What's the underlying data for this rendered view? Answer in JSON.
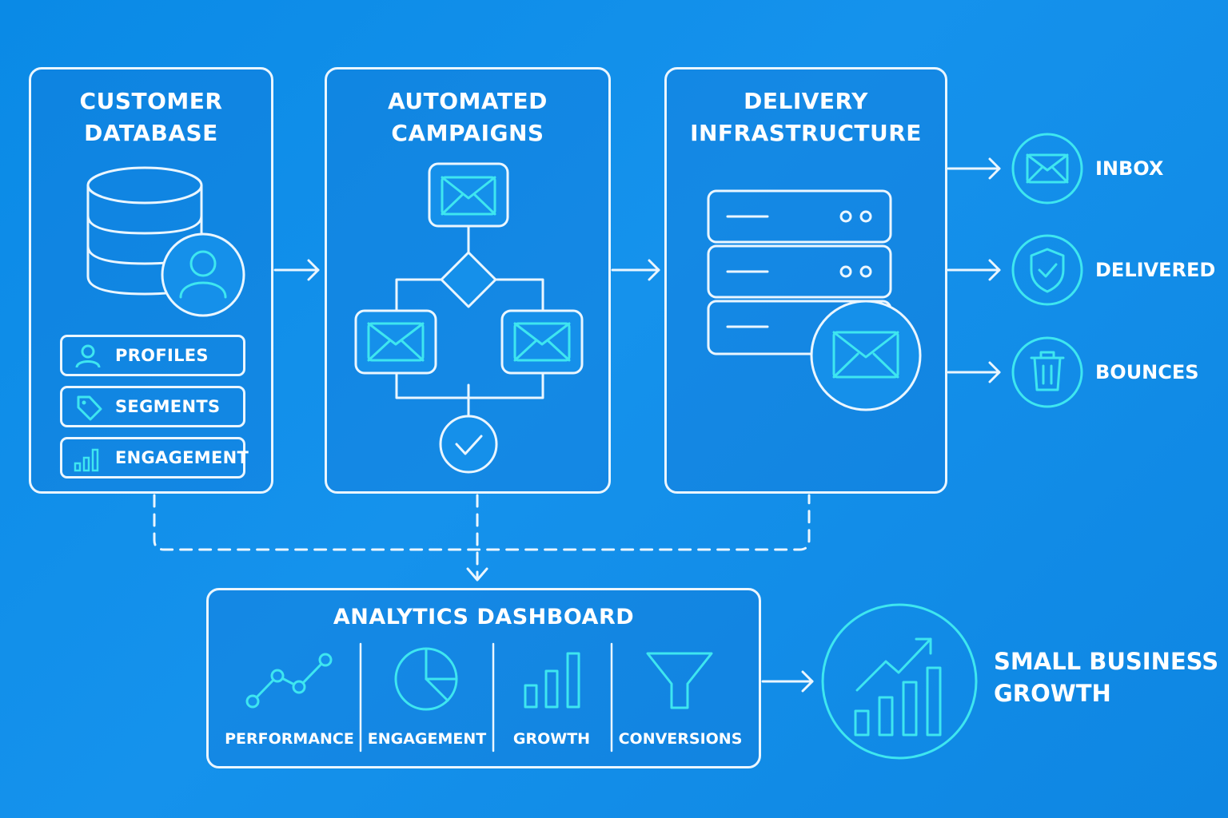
{
  "panels": {
    "customer_db": {
      "title_line1": "CUSTOMER",
      "title_line2": "DATABASE",
      "chips": [
        "PROFILES",
        "SEGMENTS",
        "ENGAGEMENT"
      ]
    },
    "campaigns": {
      "title_line1": "AUTOMATED",
      "title_line2": "CAMPAIGNS"
    },
    "delivery": {
      "title_line1": "DELIVERY",
      "title_line2": "INFRASTRUCTURE"
    }
  },
  "outcomes": [
    "INBOX",
    "DELIVERED",
    "BOUNCES"
  ],
  "analytics": {
    "title": "ANALYTICS DASHBOARD",
    "metrics": [
      "PERFORMANCE",
      "ENGAGEMENT",
      "GROWTH",
      "CONVERSIONS"
    ]
  },
  "growth": {
    "line1": "SMALL BUSINESS",
    "line2": "GROWTH"
  },
  "colors": {
    "background": "#0e8ae6",
    "line": "#eaf6ff",
    "accent": "#3ee6f0"
  },
  "icons": [
    "database-icon",
    "user-icon",
    "tag-icon",
    "bar-chart-icon",
    "envelope-icon",
    "decision-diamond-icon",
    "check-circle-icon",
    "server-icon",
    "shield-check-icon",
    "trash-icon",
    "line-chart-icon",
    "pie-chart-icon",
    "funnel-icon",
    "growth-chart-icon"
  ]
}
